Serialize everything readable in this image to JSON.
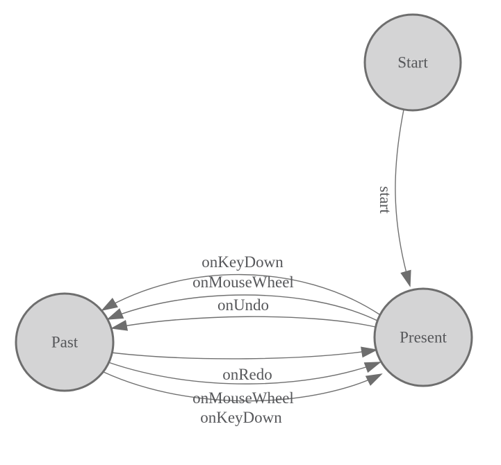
{
  "diagram": {
    "kind": "state-machine",
    "colors": {
      "background": "#ffffff",
      "node_fill": "#d4d4d5",
      "node_stroke": "#6e6e6e",
      "edge_stroke": "#707070",
      "arrow_fill": "#6e6e6e",
      "text": "#56575a"
    },
    "nodes": [
      {
        "id": "start",
        "label": "Start"
      },
      {
        "id": "present",
        "label": "Present"
      },
      {
        "id": "past",
        "label": "Past"
      }
    ],
    "edges": [
      {
        "id": "start-to-present",
        "from": "start",
        "to": "present",
        "label": "start"
      },
      {
        "id": "present-to-past-onkeydown",
        "from": "present",
        "to": "past",
        "label": "onKeyDown"
      },
      {
        "id": "present-to-past-onmousewheel",
        "from": "present",
        "to": "past",
        "label": "onMouseWheel"
      },
      {
        "id": "present-to-past-onundo",
        "from": "present",
        "to": "past",
        "label": "onUndo"
      },
      {
        "id": "past-to-present-onredo",
        "from": "past",
        "to": "present",
        "label": "onRedo"
      },
      {
        "id": "past-to-present-onmousewheel",
        "from": "past",
        "to": "present",
        "label": "onMouseWheel"
      },
      {
        "id": "past-to-present-onkeydown",
        "from": "past",
        "to": "present",
        "label": "onKeyDown"
      }
    ]
  }
}
